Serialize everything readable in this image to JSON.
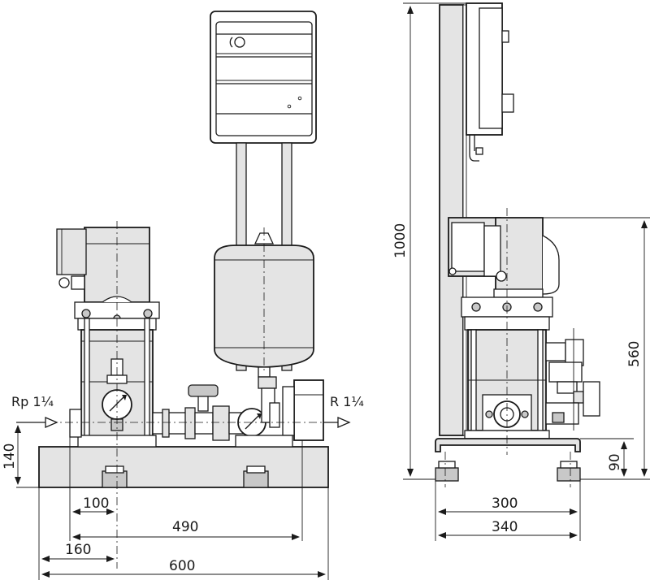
{
  "front_view": {
    "inlet_label": "Rp 1¼",
    "outlet_label": "R 1¼",
    "dim_height_inlet": "140",
    "dim_pump_offset": "100",
    "dim_pipe_length": "490",
    "dim_inlet_to_pump": "160",
    "dim_total_width": "600"
  },
  "side_view": {
    "dim_total_height": "1000",
    "dim_pump_height": "560",
    "dim_base_height": "90",
    "dim_foot_spacing": "300",
    "dim_base_depth": "340"
  }
}
